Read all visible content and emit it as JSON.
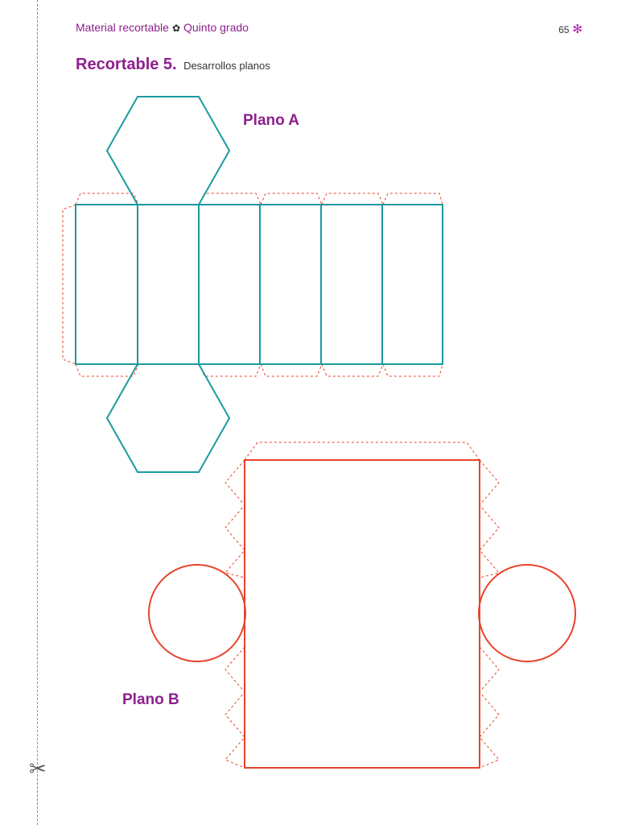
{
  "header": {
    "left_part1": "Material recortable",
    "separator": "✿",
    "left_part2": "Quinto grado",
    "page_number": "65",
    "page_star": "✻"
  },
  "title": {
    "main": "Recortable 5.",
    "sub": "Desarrollos planos"
  },
  "plano_a": {
    "label": "Plano A",
    "color": "#1a9aa0"
  },
  "plano_b": {
    "label": "Plano B",
    "color": "#e8432a"
  },
  "scissors_icon": "✂",
  "colors": {
    "dashed_tab": "#e8432a",
    "accent": "#8e1f8e"
  }
}
